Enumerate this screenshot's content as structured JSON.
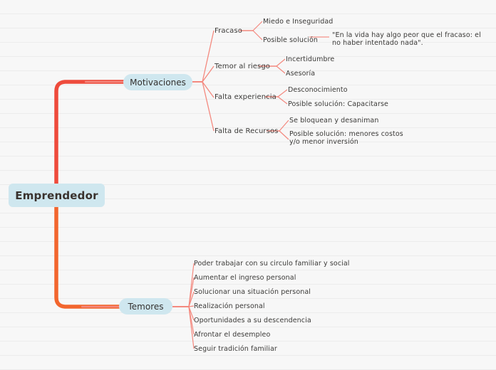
{
  "document": {
    "type": "mindmap",
    "background_color": "#f7f7f7",
    "rule_line_color": "#ececec",
    "node_fill": "#cfe7ef",
    "trunk_top_color": "#ee4b3c",
    "trunk_bottom_color": "#f2662e",
    "branch_color": "#f4897f"
  },
  "root": {
    "label": "Emprendedor"
  },
  "branches": [
    {
      "id": "motivaciones",
      "label": "Motivaciones",
      "children": [
        {
          "id": "fracaso",
          "label": "Fracaso",
          "children": [
            {
              "id": "miedo",
              "label": "Miedo e Inseguridad"
            },
            {
              "id": "posible-solucion-fracaso",
              "label": "Posible solución",
              "children": [
                {
                  "id": "quote",
                  "label": "\"En la vida hay algo peor que el fracaso: el no haber intentado nada\"."
                }
              ]
            }
          ]
        },
        {
          "id": "temor-al-riesgo",
          "label": "Temor al riesgo",
          "children": [
            {
              "id": "incertidumbre",
              "label": "Incertidumbre"
            },
            {
              "id": "asesoria",
              "label": "Asesoría"
            }
          ]
        },
        {
          "id": "falta-experiencia",
          "label": "Falta experiencia",
          "children": [
            {
              "id": "desconocimiento",
              "label": "Desconocimiento"
            },
            {
              "id": "capacitarse",
              "label": "Posible solución: Capacitarse"
            }
          ]
        },
        {
          "id": "falta-de-recursos",
          "label": "Falta de Recursos",
          "children": [
            {
              "id": "se-bloquean",
              "label": "Se bloquean y desaniman"
            },
            {
              "id": "menores-costos",
              "label": "Posible solución: menores costos y/o menor inversión"
            }
          ]
        }
      ]
    },
    {
      "id": "temores",
      "label": "Temores",
      "children": [
        {
          "id": "circulo-familiar",
          "label": "Poder trabajar con su circulo familiar y social"
        },
        {
          "id": "ingreso-personal",
          "label": "Aumentar el ingreso personal"
        },
        {
          "id": "situacion-personal",
          "label": "Solucionar una situación personal"
        },
        {
          "id": "realizacion-personal",
          "label": "Realización personal"
        },
        {
          "id": "descendencia",
          "label": "Oportunidades a su descendencia"
        },
        {
          "id": "desempleo",
          "label": "Afrontar el desempleo"
        },
        {
          "id": "tradicion-familiar",
          "label": "Seguir tradición familiar"
        }
      ]
    }
  ]
}
